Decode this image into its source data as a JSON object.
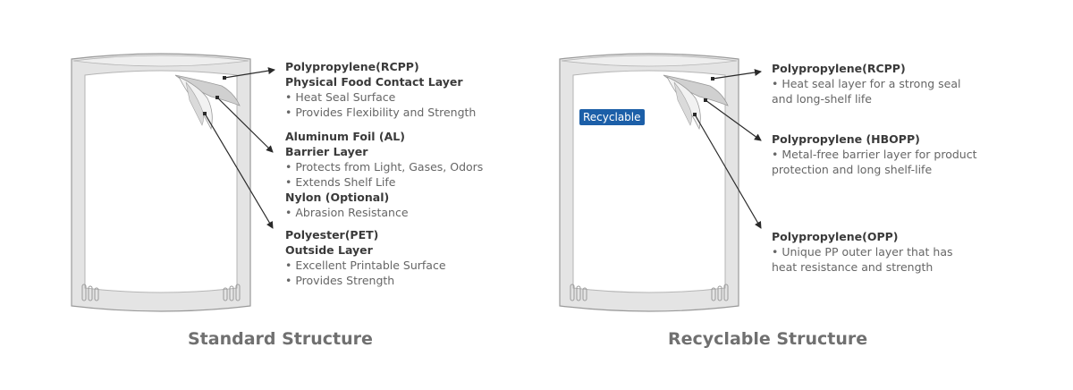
{
  "standard": {
    "caption": "Standard Structure",
    "rcpp": {
      "title": "Polypropylene(RCPP)",
      "subtitle": "Physical Food Contact Layer",
      "bullets": [
        "•  Heat Seal Surface",
        "• Provides Flexibility and Strength"
      ]
    },
    "al": {
      "title": "Aluminum Foil (AL)",
      "subtitle": "Barrier Layer",
      "bullets": [
        "•  Protects from Light, Gases, Odors",
        "• Extends Shelf Life"
      ]
    },
    "nylon": {
      "title": "Nylon (Optional)",
      "bullets": [
        "• Abrasion Resistance"
      ]
    },
    "pet": {
      "title": "Polyester(PET)",
      "subtitle": "Outside Layer",
      "bullets": [
        "• Excellent Printable Surface",
        "• Provides Strength"
      ]
    }
  },
  "recyclable": {
    "caption": "Recyclable Structure",
    "badge": "Recyclable",
    "rcpp": {
      "title": "Polypropylene(RCPP)",
      "lines": [
        "•  Heat seal layer for a strong seal",
        "and long-shelf life"
      ]
    },
    "hbopp": {
      "title": "Polypropylene (HBOPP)",
      "lines": [
        "•  Metal-free barrier layer for product",
        "protection and long shelf-life"
      ]
    },
    "opp": {
      "title": "Polypropylene(OPP)",
      "lines": [
        "•  Unique PP outer layer that has",
        "heat resistance and strength"
      ]
    }
  },
  "colors": {
    "pouch_fill": "#e4e4e4",
    "pouch_stroke": "#9a9a9a",
    "arrow": "#2a2a2a",
    "badge": "#1c5fa8"
  }
}
